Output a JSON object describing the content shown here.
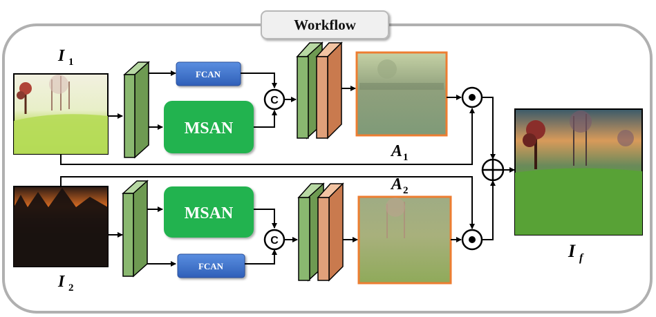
{
  "title": "Workflow",
  "modules": {
    "fcan_top": "FCAN",
    "msan_top": "MSAN",
    "msan_bottom": "MSAN",
    "fcan_bottom": "FCAN"
  },
  "operators": {
    "concat": "C"
  },
  "labels": {
    "input1": {
      "base": "I",
      "sub": "1"
    },
    "input2": {
      "base": "I",
      "sub": "2"
    },
    "attn1": {
      "base": "A",
      "sub": "1"
    },
    "attn2": {
      "base": "A",
      "sub": "2"
    },
    "fused": {
      "base": "I",
      "sub": "f"
    }
  },
  "colors": {
    "frame": "#b0b0b0",
    "fcan": "#4472c4",
    "msan": "#21b34f",
    "conv_green": "#8ab870",
    "conv_orange": "#e0a07a",
    "attn_border": "#ed7d31"
  }
}
